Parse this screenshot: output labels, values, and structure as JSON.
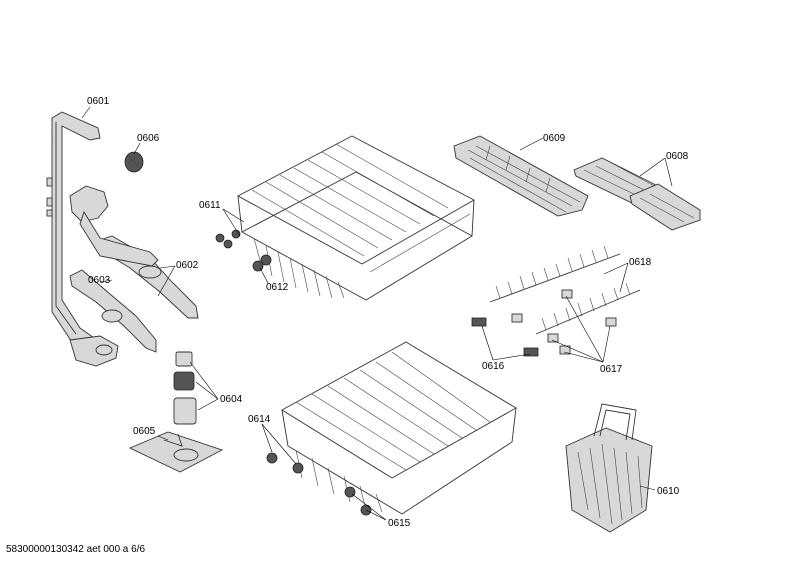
{
  "parts": [
    {
      "id": "p0601",
      "label": "0601"
    },
    {
      "id": "p0606",
      "label": "0606"
    },
    {
      "id": "p0611",
      "label": "0611"
    },
    {
      "id": "p0609",
      "label": "0609"
    },
    {
      "id": "p0608",
      "label": "0608"
    },
    {
      "id": "p0602",
      "label": "0602"
    },
    {
      "id": "p0603",
      "label": "0603"
    },
    {
      "id": "p0612",
      "label": "0612"
    },
    {
      "id": "p0618",
      "label": "0618"
    },
    {
      "id": "p0604",
      "label": "0604"
    },
    {
      "id": "p0616",
      "label": "0616"
    },
    {
      "id": "p0617",
      "label": "0617"
    },
    {
      "id": "p0605",
      "label": "0605"
    },
    {
      "id": "p0614",
      "label": "0614"
    },
    {
      "id": "p0610",
      "label": "0610"
    },
    {
      "id": "p0615",
      "label": "0615"
    }
  ],
  "footer": "58300000130342 aet 000 a 6/6"
}
